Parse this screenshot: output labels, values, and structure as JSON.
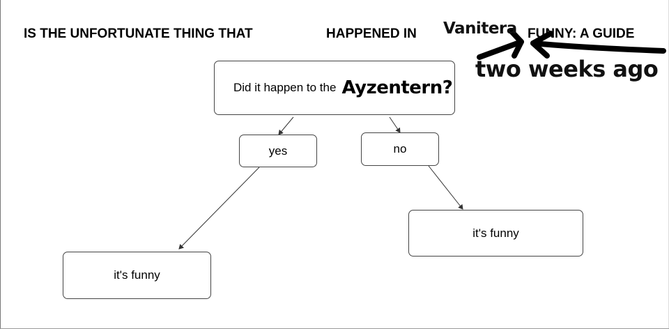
{
  "title": {
    "part1": "IS THE UNFORTUNATE THING THAT",
    "part2": "HAPPENED IN",
    "part3": "FUNNY: A GUIDE"
  },
  "overlay": {
    "name": "Vanitera",
    "time": "two weeks ago"
  },
  "flowchart": {
    "question_prefix": "Did it happen to the",
    "question_subject": "Ayzentern",
    "question_mark": "?",
    "yes_label": "yes",
    "no_label": "no",
    "yes_result": "it's funny",
    "no_result": "it's funny"
  },
  "colors": {
    "background": "#ffffff",
    "ink": "#000000",
    "node_border": "#444444"
  }
}
